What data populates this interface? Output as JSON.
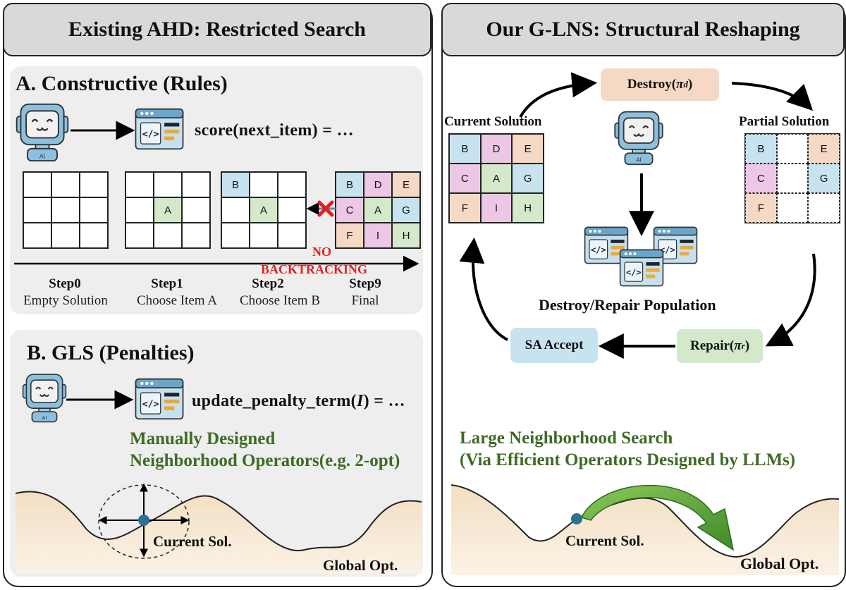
{
  "left": {
    "header": "Existing AHD: Restricted Search",
    "sectionA": {
      "title": "A. Constructive (Rules)",
      "code": "score(next_item) = …",
      "grids": [
        {
          "cells": [
            "",
            "",
            "",
            "",
            "",
            "",
            "",
            "",
            ""
          ]
        },
        {
          "cells": [
            "",
            "",
            "",
            "",
            "A",
            "",
            "",
            "",
            ""
          ]
        },
        {
          "cells": [
            "B",
            "",
            "",
            "",
            "A",
            "",
            "",
            "",
            ""
          ]
        },
        {
          "cells": [
            "B",
            "D",
            "E",
            "C",
            "A",
            "G",
            "F",
            "I",
            "H"
          ]
        }
      ],
      "no_label": "NO",
      "backtracking_label": "BACKTRACKING",
      "steps": [
        {
          "title": "Step0",
          "desc": "Empty Solution"
        },
        {
          "title": "Step1",
          "desc": "Choose Item A"
        },
        {
          "title": "Step2",
          "desc": "Choose Item B"
        },
        {
          "title": "Step9",
          "desc": "Final"
        }
      ],
      "colors": {
        "B": "#c8e3f0",
        "D": "#ecc8e6",
        "E": "#f6d9c4",
        "C": "#ecc8e6",
        "A": "#d3e9c9",
        "G": "#c8e3f0",
        "F": "#f6d9c4",
        "I": "#ecc8e6",
        "H": "#d3e9c9",
        "red": "#e02020"
      }
    },
    "sectionB": {
      "title": "B. GLS (Penalties)",
      "code_prefix": "update_penalty_term(",
      "code_arg": "I",
      "code_suffix": ") = …",
      "green_line1": "Manually Designed",
      "green_line2": "Neighborhood Operators(e.g. 2-opt)",
      "current_label": "Current Sol.",
      "global_label": "Global Opt."
    }
  },
  "right": {
    "header": "Our G-LNS: Structural Reshaping",
    "destroy_prefix": "Destroy(",
    "destroy_pi": "π",
    "destroy_sub": "d",
    "destroy_suffix": ")",
    "current_solution_label": "Current Solution",
    "partial_solution_label": "Partial Solution",
    "current_grid": [
      "B",
      "D",
      "E",
      "C",
      "A",
      "G",
      "F",
      "I",
      "H"
    ],
    "partial_grid": [
      "B",
      "",
      "E",
      "C",
      "",
      "G",
      "F",
      "",
      ""
    ],
    "population_label": "Destroy/Repair Population",
    "sa_accept": "SA Accept",
    "repair_prefix": "Repair(",
    "repair_pi": "π",
    "repair_sub": "r",
    "repair_suffix": ")",
    "green_line1": "Large Neighborhood Search",
    "green_line2": "(Via Efficient Operators Designed by LLMs)",
    "current_label": "Current Sol.",
    "global_label": "Global Opt."
  },
  "icons": [
    "robot-icon",
    "code-window-icon"
  ]
}
